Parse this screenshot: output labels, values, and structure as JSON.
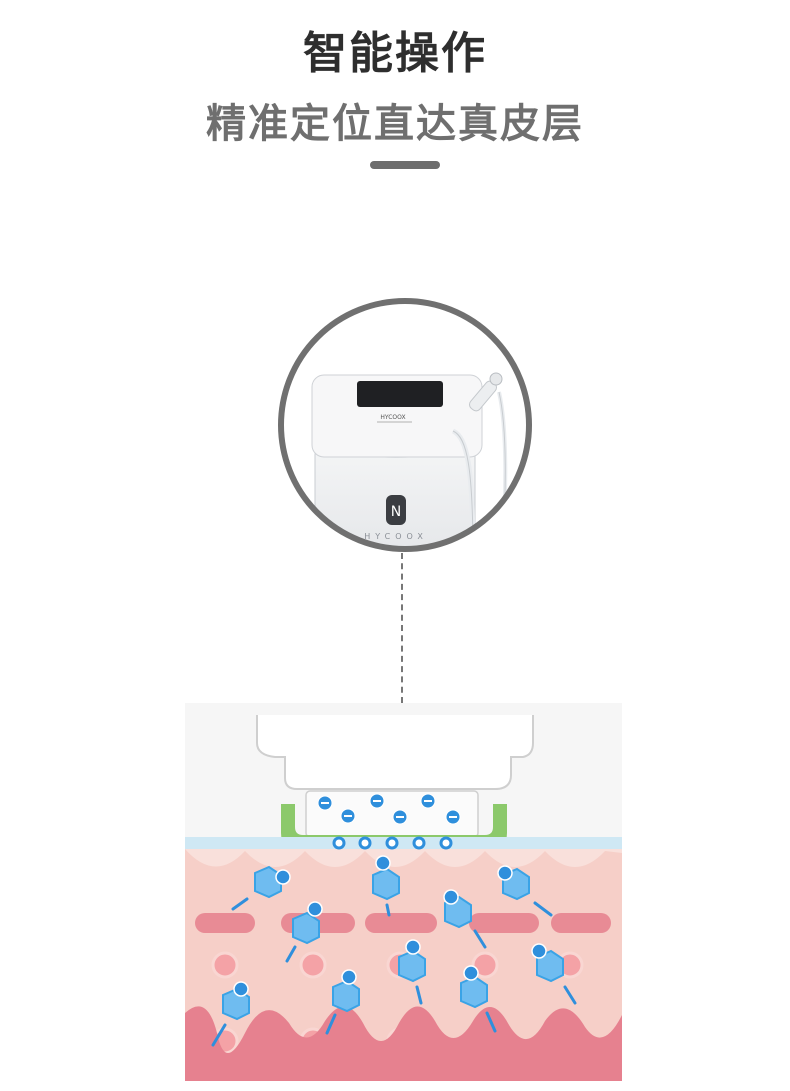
{
  "header": {
    "title": "智能操作",
    "subtitle": "精准定位直达真皮层"
  },
  "device": {
    "brand": "HYCOOX",
    "screen_brand": "HYCOOX"
  },
  "colors": {
    "title": "#2e2e2e",
    "subtitle": "#6f6f6f",
    "circle_border": "#707070",
    "skin_pink": "#f3c2bd",
    "skin_deep": "#e88b95",
    "applicator_green": "#8cc96b",
    "ion_blue": "#3aa3e6"
  }
}
